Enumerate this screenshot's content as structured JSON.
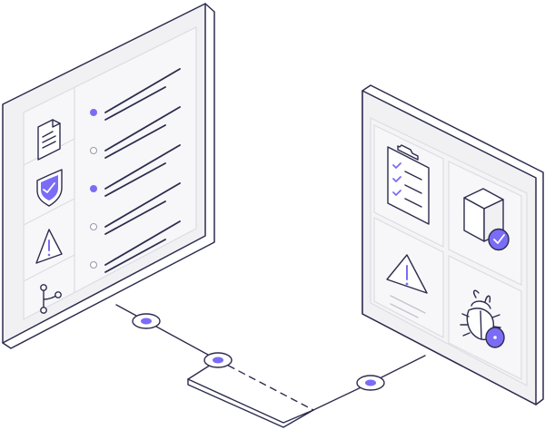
{
  "colors": {
    "outline": "#2d2c4e",
    "accent": "#7b6cf6",
    "panel": "#f1f1f4",
    "panel_side": "#ffffff",
    "inner": "#f4f4f6",
    "tile_border": "#dcdce3",
    "muted_line": "#c4c4cf",
    "background": "#ffffff"
  },
  "left_panel": {
    "sidebar_icons": [
      "document-icon",
      "shield-check-icon",
      "warning-icon",
      "branch-icon"
    ],
    "list_items": [
      {
        "bullet": "filled"
      },
      {
        "bullet": "empty"
      },
      {
        "bullet": "filled"
      },
      {
        "bullet": "empty"
      },
      {
        "bullet": "empty"
      }
    ]
  },
  "right_panel": {
    "tiles": [
      "checklist-clipboard-icon",
      "package-verified-icon",
      "warning-note-icon",
      "bug-icon"
    ]
  },
  "connector": {
    "nodes": [
      "left-connector-node",
      "middle-connector-node",
      "right-connector-node"
    ]
  }
}
